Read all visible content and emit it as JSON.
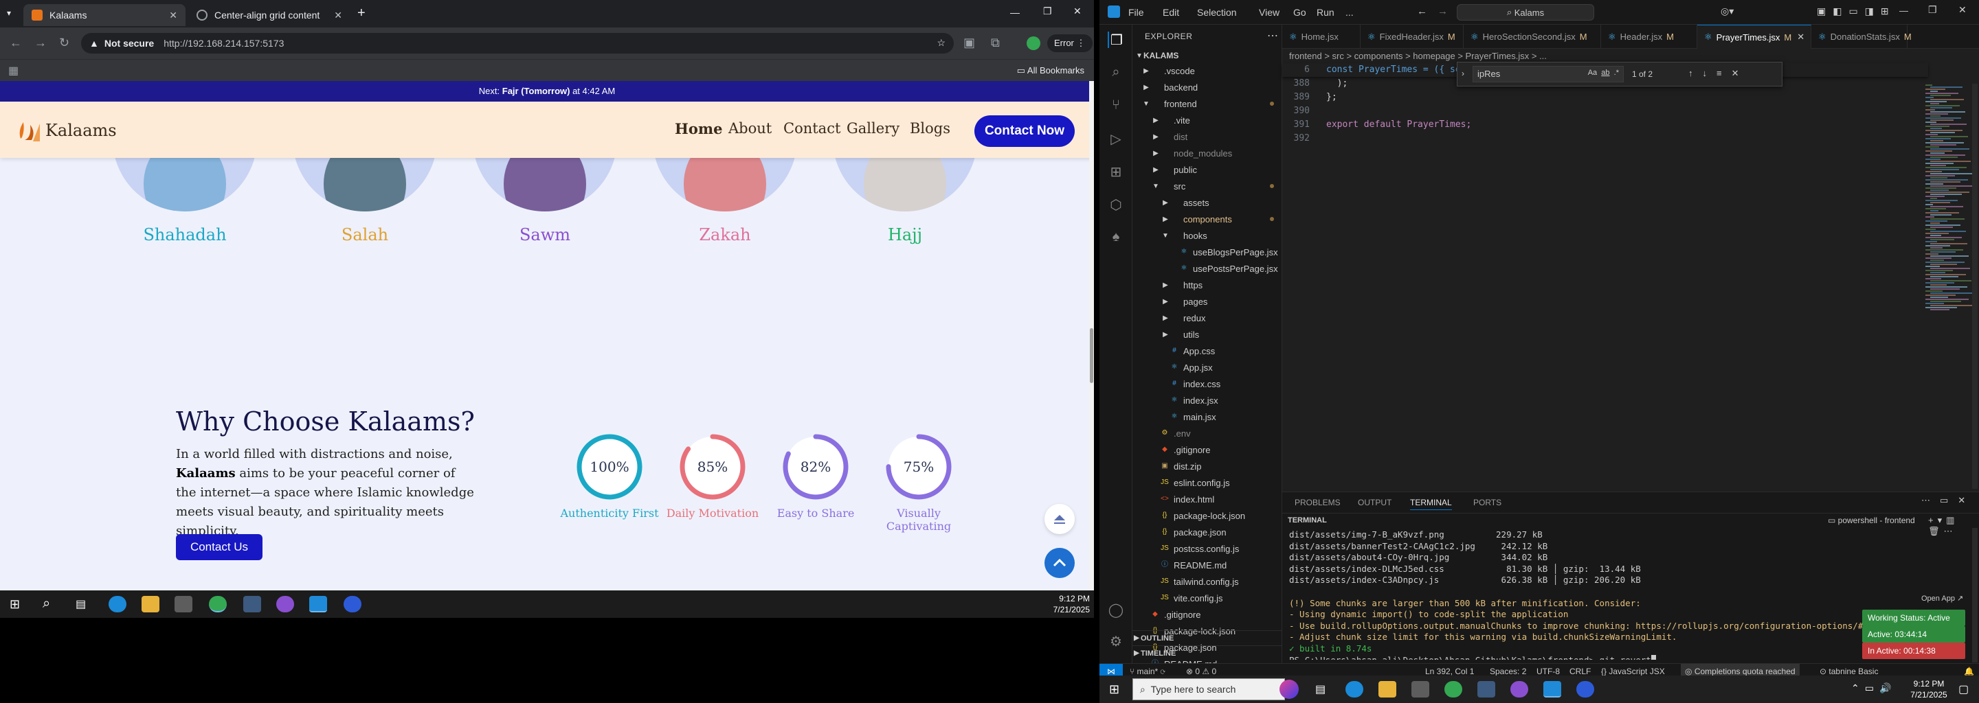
{
  "browser": {
    "tabs": [
      {
        "title": "Kalaams",
        "active": true
      },
      {
        "title": "Center-align grid content",
        "active": false
      }
    ],
    "new_tab": "+",
    "security": "Not secure",
    "url": "http://192.168.214.157:5173",
    "error_label": "Error",
    "bookmarks_label": "All Bookmarks"
  },
  "site": {
    "prayer_prefix": "Next: ",
    "prayer_name": "Fajr (Tomorrow)",
    "prayer_suffix": " at 4:42 AM",
    "logo": "Kalaams",
    "nav": [
      "Home",
      "About",
      "Contact",
      "Gallery",
      "Blogs"
    ],
    "nav_cta": "Contact Now",
    "pillars": [
      {
        "name": "Shahadah",
        "color": "#1aa8c6"
      },
      {
        "name": "Salah",
        "color": "#e0a030"
      },
      {
        "name": "Sawm",
        "color": "#8a4fd0"
      },
      {
        "name": "Zakah",
        "color": "#e0709a"
      },
      {
        "name": "Hajj",
        "color": "#1fb36a"
      }
    ],
    "why_title": "Why Choose Kalaams?",
    "why_text_1": "In a world filled with distractions and noise,",
    "why_bold": "Kalaams",
    "why_text_2": " aims to be your peaceful corner of the internet—a space where Islamic knowledge meets visual beauty, and spirituality meets simplicity.",
    "why_button": "Contact Us",
    "stats": [
      {
        "value": 100,
        "label": "Authenticity First",
        "color": "#1aa8c6"
      },
      {
        "value": 85,
        "label": "Daily Motivation",
        "color": "#e8707a"
      },
      {
        "value": 82,
        "label": "Easy to Share",
        "color": "#8a6fe0"
      },
      {
        "value": 75,
        "label": "Visually Captivating",
        "color": "#8a6fe0"
      }
    ]
  },
  "left_taskbar": {
    "time": "9:12 PM",
    "date": "7/21/2025"
  },
  "vscode": {
    "menu": [
      "File",
      "Edit",
      "Selection",
      "View",
      "Go",
      "Run",
      "..."
    ],
    "command_center": "Kalams",
    "explorer_label": "EXPLORER",
    "root": "KALAMS",
    "tree": [
      {
        "name": ".vscode",
        "type": "folder",
        "level": 1,
        "open": false
      },
      {
        "name": "backend",
        "type": "folder",
        "level": 1,
        "open": false
      },
      {
        "name": "frontend",
        "type": "folder",
        "level": 1,
        "open": true,
        "status": "dot"
      },
      {
        "name": ".vite",
        "type": "folder",
        "level": 2,
        "open": false
      },
      {
        "name": "dist",
        "type": "folder",
        "level": 2,
        "open": false,
        "status": "ignored"
      },
      {
        "name": "node_modules",
        "type": "folder",
        "level": 2,
        "open": false,
        "status": "ignored"
      },
      {
        "name": "public",
        "type": "folder",
        "level": 2,
        "open": false
      },
      {
        "name": "src",
        "type": "folder",
        "level": 2,
        "open": true,
        "status": "dot"
      },
      {
        "name": "assets",
        "type": "folder",
        "level": 3,
        "open": false
      },
      {
        "name": "components",
        "type": "folder",
        "level": 3,
        "open": false,
        "status": "modified"
      },
      {
        "name": "hooks",
        "type": "folder",
        "level": 3,
        "open": true
      },
      {
        "name": "useBlogsPerPage.jsx",
        "type": "jsx",
        "level": 4
      },
      {
        "name": "usePostsPerPage.jsx",
        "type": "jsx",
        "level": 4
      },
      {
        "name": "https",
        "type": "folder",
        "level": 3,
        "open": false
      },
      {
        "name": "pages",
        "type": "folder",
        "level": 3,
        "open": false
      },
      {
        "name": "redux",
        "type": "folder",
        "level": 3,
        "open": false
      },
      {
        "name": "utils",
        "type": "folder",
        "level": 3,
        "open": false
      },
      {
        "name": "App.css",
        "type": "css",
        "level": 3
      },
      {
        "name": "App.jsx",
        "type": "jsx",
        "level": 3
      },
      {
        "name": "index.css",
        "type": "css",
        "level": 3
      },
      {
        "name": "index.jsx",
        "type": "jsx",
        "level": 3
      },
      {
        "name": "main.jsx",
        "type": "jsx",
        "level": 3
      },
      {
        "name": ".env",
        "type": "env",
        "level": 2,
        "status": "ignored"
      },
      {
        "name": ".gitignore",
        "type": "git",
        "level": 2
      },
      {
        "name": "dist.zip",
        "type": "zip",
        "level": 2
      },
      {
        "name": "eslint.config.js",
        "type": "js",
        "level": 2
      },
      {
        "name": "index.html",
        "type": "html",
        "level": 2
      },
      {
        "name": "package-lock.json",
        "type": "json",
        "level": 2
      },
      {
        "name": "package.json",
        "type": "json",
        "level": 2
      },
      {
        "name": "postcss.config.js",
        "type": "js",
        "level": 2
      },
      {
        "name": "README.md",
        "type": "md",
        "level": 2
      },
      {
        "name": "tailwind.config.js",
        "type": "js",
        "level": 2
      },
      {
        "name": "vite.config.js",
        "type": "js",
        "level": 2
      },
      {
        "name": ".gitignore",
        "type": "git",
        "level": 1
      },
      {
        "name": "package-lock.json",
        "type": "json",
        "level": 1
      },
      {
        "name": "package.json",
        "type": "json",
        "level": 1
      },
      {
        "name": "README.md",
        "type": "md",
        "level": 1
      }
    ],
    "outline": "OUTLINE",
    "timeline": "TIMELINE",
    "editor_tabs": [
      {
        "name": "Home.jsx",
        "mod": ""
      },
      {
        "name": "FixedHeader.jsx",
        "mod": "M"
      },
      {
        "name": "HeroSectionSecond.jsx",
        "mod": "M"
      },
      {
        "name": "Header.jsx",
        "mod": "M"
      },
      {
        "name": "PrayerTimes.jsx",
        "mod": "M",
        "active": true
      },
      {
        "name": "DonationStats.jsx",
        "mod": "M"
      }
    ],
    "breadcrumb": "frontend > src > components > homepage > PrayerTimes.jsx > ...",
    "sticky_line": {
      "num": "6",
      "text": "const PrayerTimes = ({ setNextPrayer, nextPrayer })"
    },
    "code_lines": [
      {
        "num": "388",
        "text": "  );"
      },
      {
        "num": "389",
        "text": "};"
      },
      {
        "num": "390",
        "text": ""
      },
      {
        "num": "391",
        "text": "export default PrayerTimes;"
      },
      {
        "num": "392",
        "text": ""
      }
    ],
    "find": {
      "value": "ipRes",
      "count": "1 of 2",
      "aa": "Aa",
      "ab": "ab",
      "re": ".*"
    },
    "panel_tabs": [
      "PROBLEMS",
      "OUTPUT",
      "TERMINAL",
      "PORTS"
    ],
    "terminal_header": "TERMINAL",
    "terminal_name": "powershell - frontend",
    "terminal_lines": [
      "dist/assets/img-7-B_aK9vzf.png          229.27 kB",
      "dist/assets/bannerTest2-CAAgC1c2.jpg     242.12 kB",
      "dist/assets/about4-COy-0Hrq.jpg          344.02 kB",
      "dist/assets/index-DLMcJ5ed.css            81.30 kB │ gzip:  13.44 kB",
      "dist/assets/index-C3ADnpcy.js            626.38 kB │ gzip: 206.20 kB",
      "",
      "(!) Some chunks are larger than 500 kB after minification. Consider:",
      "- Using dynamic import() to code-split the application",
      "- Use build.rollupOptions.output.manualChunks to improve chunking: https://rollupjs.org/configuration-options/#output",
      "- Adjust chunk size limit for this warning via build.chunkSizeWarningLimit.",
      "✓ built in 8.74s",
      "PS C:\\Users\\ahsan.ali\\Desktop\\Ahsan_Github\\Kalams\\frontend> git revert"
    ],
    "open_app": "Open App ↗",
    "toasts": [
      {
        "text": "Working Status: Active",
        "color": "#2e8b3e"
      },
      {
        "text": "Active: 03:44:14",
        "color": "#2e8b3e"
      },
      {
        "text": "In Active: 00:14:38",
        "color": "#c43a3a"
      }
    ],
    "status": {
      "branch": "main*",
      "errors": "⊗ 0 ⚠ 0",
      "position": "Ln 392, Col 1",
      "spaces": "Spaces: 2",
      "encoding": "UTF-8",
      "eol": "CRLF",
      "language": "{} JavaScript JSX",
      "completions": "Completions quota reached",
      "tabnine": "tabnine Basic"
    }
  },
  "right_taskbar": {
    "search": "Type here to search",
    "time": "9:12 PM",
    "date": "7/21/2025"
  }
}
